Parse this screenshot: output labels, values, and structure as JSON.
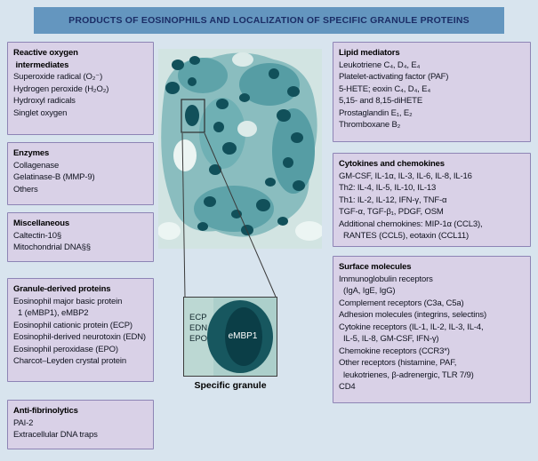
{
  "header": {
    "title": "PRODUCTS OF EOSINOPHILS AND LOCALIZATION OF SPECIFIC GRANULE PROTEINS"
  },
  "colors": {
    "page_bg": "#d8e4ee",
    "header_bg": "#6496bf",
    "header_text": "#1b2d66",
    "box_bg": "#d9d1e7",
    "box_border": "#8d84b5",
    "micrograph_teal": "#5ea3a9",
    "granule_dark": "#11505a"
  },
  "left_boxes": [
    {
      "title_lines": [
        "Reactive oxygen",
        " intermediates"
      ],
      "items": [
        "Superoxide radical (O₂⁻)",
        "Hydrogen peroxide (H₂O₂)",
        "Hydroxyl radicals",
        "Singlet oxygen"
      ]
    },
    {
      "title_lines": [
        "Enzymes"
      ],
      "items": [
        "Collagenase",
        "Gelatinase-B (MMP-9)",
        "Others"
      ]
    },
    {
      "title_lines": [
        "Miscellaneous"
      ],
      "items": [
        "Caltectin-10§",
        "Mitochondrial DNA§§"
      ]
    },
    {
      "title_lines": [
        "Granule-derived proteins"
      ],
      "items": [
        "Eosinophil major basic protein",
        "  1 (eMBP1), eMBP2",
        "Eosinophil cationic protein (ECP)",
        "Eosinophil-derived neurotoxin (EDN)",
        "Eosinophil peroxidase (EPO)",
        "Charcot–Leyden crystal protein"
      ]
    },
    {
      "title_lines": [
        "Anti-fibrinolytics"
      ],
      "items": [
        "PAI-2",
        "Extracellular DNA traps"
      ]
    }
  ],
  "right_boxes": [
    {
      "title_lines": [
        "Lipid mediators"
      ],
      "items": [
        "Leukotriene C₄, D₄, E₄",
        "Platelet-activating factor (PAF)",
        "5-HETE; eoxin C₄, D₄, E₄",
        "5,15- and 8,15-diHETE",
        "Prostaglandin E₁, E₂",
        "Thromboxane B₂"
      ]
    },
    {
      "title_lines": [
        "Cytokines and chemokines"
      ],
      "items": [
        "GM-CSF, IL-1α, IL-3, IL-6, IL-8, IL-16",
        "Th2: IL-4, IL-5, IL-10, IL-13",
        "Th1: IL-2, IL-12, IFN-γ, TNF-α",
        "TGF-α, TGF-β₁, PDGF, OSM",
        "Additional chemokines: MIP-1α (CCL3),",
        "  RANTES (CCL5), eotaxin (CCL11)"
      ]
    },
    {
      "title_lines": [
        "Surface molecules"
      ],
      "items": [
        "Immunoglobulin receptors",
        "  (IgA, IgE, IgG)",
        "Complement receptors (C3a, C5a)",
        "Adhesion molecules (integrins, selectins)",
        "Cytokine receptors (IL-1, IL-2, IL-3, IL-4,",
        "  IL-5, IL-8, GM-CSF, IFN-γ)",
        "Chemokine receptors (CCR3*)",
        "Other receptors (histamine, PAF,",
        "  leukotrienes, β-adrenergic, TLR 7/9)",
        "CD4"
      ]
    }
  ],
  "micrograph": {
    "inset_labels": [
      "ECP",
      "EDN",
      "EPO"
    ],
    "granule_label": "eMBP1",
    "caption": "Specific granule"
  }
}
